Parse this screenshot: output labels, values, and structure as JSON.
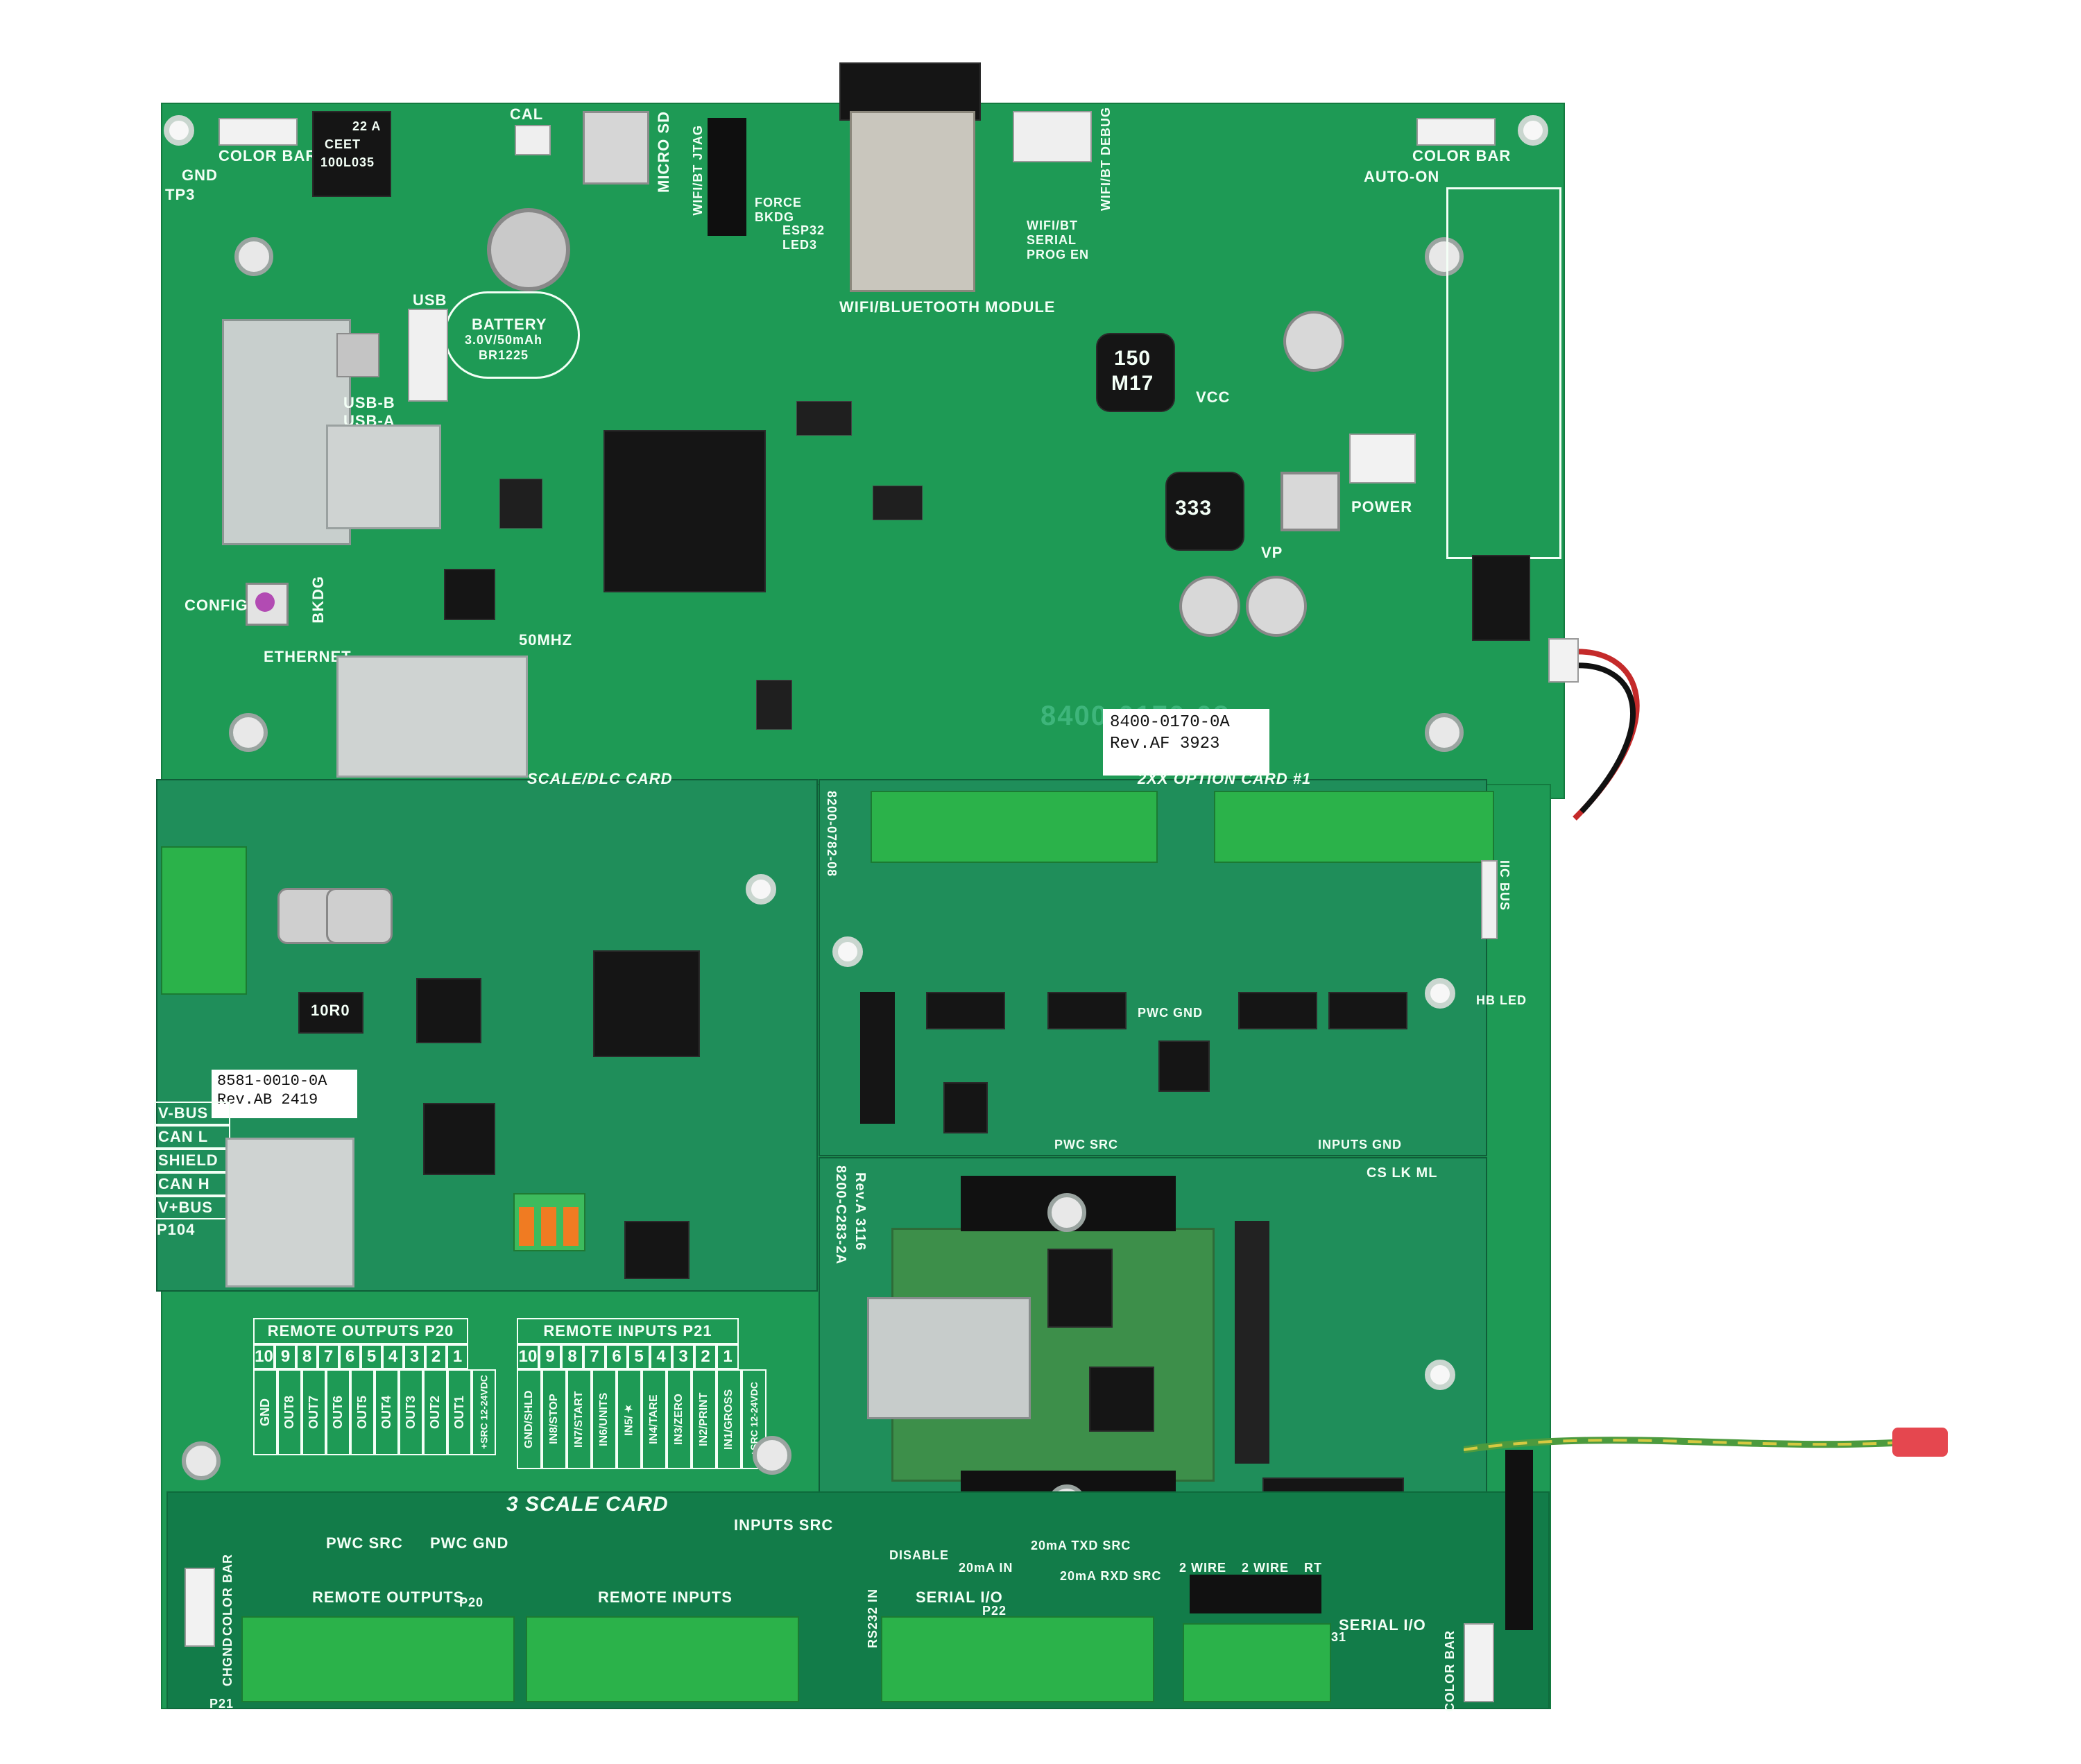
{
  "board": {
    "main_part": "8400-0170-0A",
    "main_rev": "Rev.AF  3923",
    "main_silk_partial": "8400-0170-08",
    "scale_card_part": "8581-0010-0A",
    "scale_card_rev": "Rev.AB  2419",
    "option_card_part": "8200-C283-2A",
    "option_card_rev": "Rev.A  3116",
    "option2_part": "8200-0782-08"
  },
  "labels": {
    "color_bar": "COLOR BAR",
    "gnd": "GND",
    "tp3": "TP3",
    "cal": "CAL",
    "micro_sd": "MICRO SD",
    "wifi_jtag": "WIFI/BT JTAG",
    "force_bkdg": "FORCE BKDG",
    "esp32_led": "ESP32 LED3",
    "wifi_module": "WIFI/BLUETOOTH MODULE",
    "wifi_debug": "WIFI/BT DEBUG",
    "wifi_serial": "WIFI/BT SERIAL PROG EN",
    "auto_on": "AUTO-ON",
    "battery": "BATTERY",
    "battery_spec1": "3.0V/50mAh",
    "battery_spec2": "BR1225",
    "usb": "USB",
    "usb_b": "USB-B",
    "usb_a": "USB-A",
    "config": "CONFIG",
    "bkdg": "BKDG",
    "ethernet": "ETHERNET",
    "clock": "50MHZ",
    "power": "POWER",
    "vp": "VP",
    "vcc": "VCC",
    "buzzer_top": "22 A",
    "buzzer_mid": "CEET",
    "buzzer_bot": "100L035",
    "inductor1_a": "150",
    "inductor1_b": "M17",
    "inductor2": "333",
    "scale_dlc_card": "SCALE/DLC CARD",
    "option_card_1": "2XX OPTION CARD #1",
    "iic_bus": "IIC BUS",
    "hb_led": "HB LED",
    "pwc_gnd": "PWC GND",
    "pwc_src": "PWC SRC",
    "inputs_src": "INPUTS SRC",
    "inputs_gnd": "INPUTS GND",
    "cs_lk_ml": "CS LK ML",
    "three_scale_card": "3 SCALE CARD",
    "remote_outputs": "REMOTE OUTPUTS",
    "remote_inputs": "REMOTE INPUTS",
    "serial_io": "SERIAL I/O",
    "rs232_in": "RS232 IN",
    "disable": "DISABLE",
    "ma20_in": "20mA IN",
    "ma20_txd": "20mA TXD SRC",
    "ma20_rxd": "20mA RXD SRC",
    "two_wire": "2 WIRE",
    "rt": "RT",
    "chgnd": "CHGND",
    "p21": "P21",
    "p20": "P20",
    "p22": "P22",
    "p31": "P31",
    "inductor_chip": "10R0"
  },
  "can_block": {
    "rows": [
      "V-BUS",
      "CAN L",
      "SHIELD",
      "CAN H",
      "V+BUS"
    ],
    "footer": "P104"
  },
  "remote_outputs_table": {
    "title": "REMOTE OUTPUTS P20",
    "numbers": [
      "10",
      "9",
      "8",
      "7",
      "6",
      "5",
      "4",
      "3",
      "2",
      "1"
    ],
    "labels": [
      "GND",
      "OUT8",
      "OUT7",
      "OUT6",
      "OUT5",
      "OUT4",
      "OUT3",
      "OUT2",
      "OUT1",
      "+SRC 12-24VDC"
    ]
  },
  "remote_inputs_table": {
    "title": "REMOTE INPUTS P21",
    "numbers": [
      "10",
      "9",
      "8",
      "7",
      "6",
      "5",
      "4",
      "3",
      "2",
      "1"
    ],
    "labels": [
      "GND/SHLD",
      "IN8/STOP",
      "IN7/START",
      "IN6/UNITS",
      "IN5/★",
      "IN4/TARE",
      "IN3/ZERO",
      "IN2/PRINT",
      "IN1/GROSS",
      "+SRC 12-24VDC"
    ]
  },
  "colors": {
    "pcb": "#1e9a55",
    "pcb_dark": "#127c49",
    "terminal": "#2bb24a",
    "silk": "#f3fff6"
  }
}
